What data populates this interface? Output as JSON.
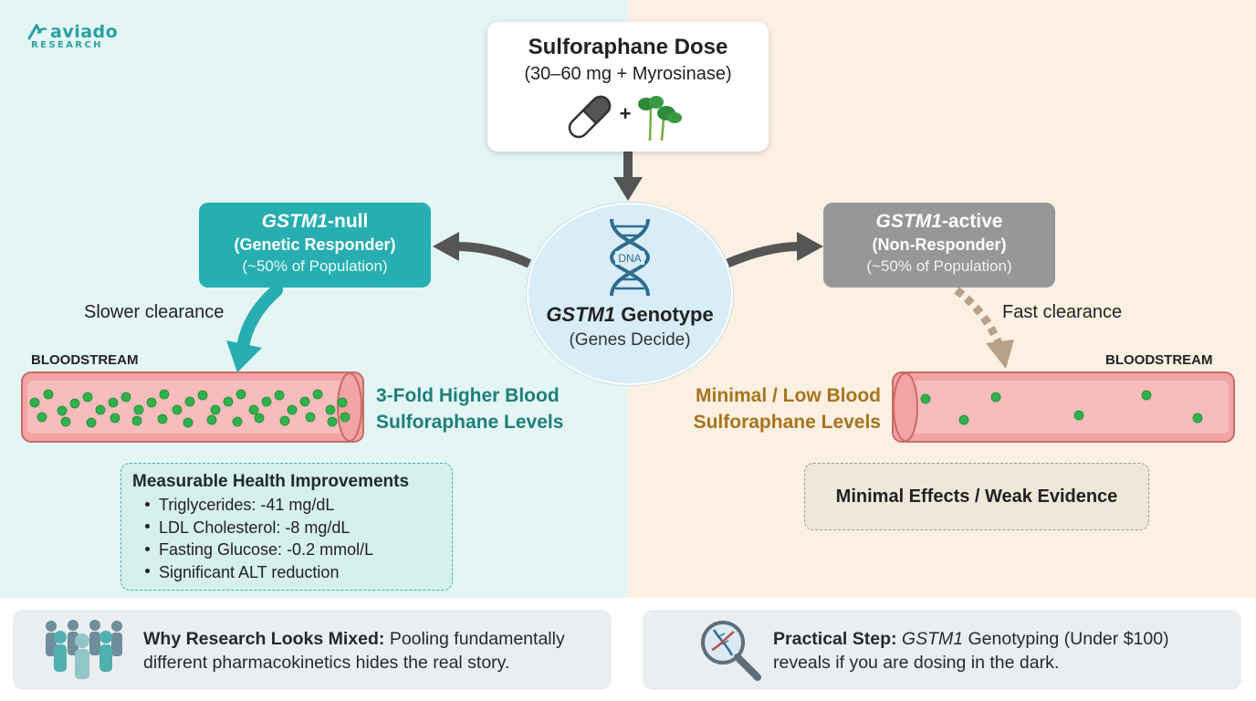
{
  "logo": {
    "name": "aviado",
    "sub": "RESEARCH"
  },
  "dose": {
    "title": "Sulforaphane Dose",
    "subtitle": "(30–60 mg + Myrosinase)",
    "plus": "+"
  },
  "genotype": {
    "dna_label": "DNA",
    "title_gene": "GSTM1",
    "title_rest": " Genotype",
    "subtitle": "(Genes Decide)"
  },
  "responder": {
    "gene": "GSTM1",
    "suffix": "-null",
    "line2": "(Genetic Responder)",
    "line3": "(~50% of Population)"
  },
  "non_responder": {
    "gene": "GSTM1",
    "suffix": "-active",
    "line2": "(Non-Responder)",
    "line3": "(~50% of Population)"
  },
  "clearance": {
    "left": "Slower clearance",
    "right": "Fast clearance"
  },
  "bloodstream_label": "BLOODSTREAM",
  "levels": {
    "left_line1": "3-Fold Higher Blood",
    "left_line2": "Sulforaphane Levels",
    "right_line1": "Minimal / Low Blood",
    "right_line2": "Sulforaphane Levels"
  },
  "health": {
    "title": "Measurable Health Improvements",
    "items": [
      "Triglycerides: -41 mg/dL",
      "LDL Cholesterol: -8 mg/dL",
      "Fasting Glucose: -0.2 mmol/L",
      "Significant ALT reduction"
    ]
  },
  "weak": "Minimal Effects / Weak Evidence",
  "bottom": {
    "left_bold": "Why Research Looks Mixed:",
    "left_rest": " Pooling fundamentally different pharmacokinetics hides the real story.",
    "right_bold": "Practical Step:",
    "right_gene": "GSTM1",
    "right_rest": " Genotyping (Under $100) reveals if you are dosing in the dark."
  },
  "colors": {
    "teal": "#27aeb0",
    "gray": "#979797",
    "level_teal": "#1d7f7c",
    "level_brown": "#a8741c",
    "particle": "#2fb24a",
    "vessel": "#f2a3a3"
  },
  "icons": [
    "capsule-icon",
    "sprout-icon",
    "dna-icon",
    "people-icon",
    "magnifier-dna-icon",
    "logo-icon"
  ]
}
